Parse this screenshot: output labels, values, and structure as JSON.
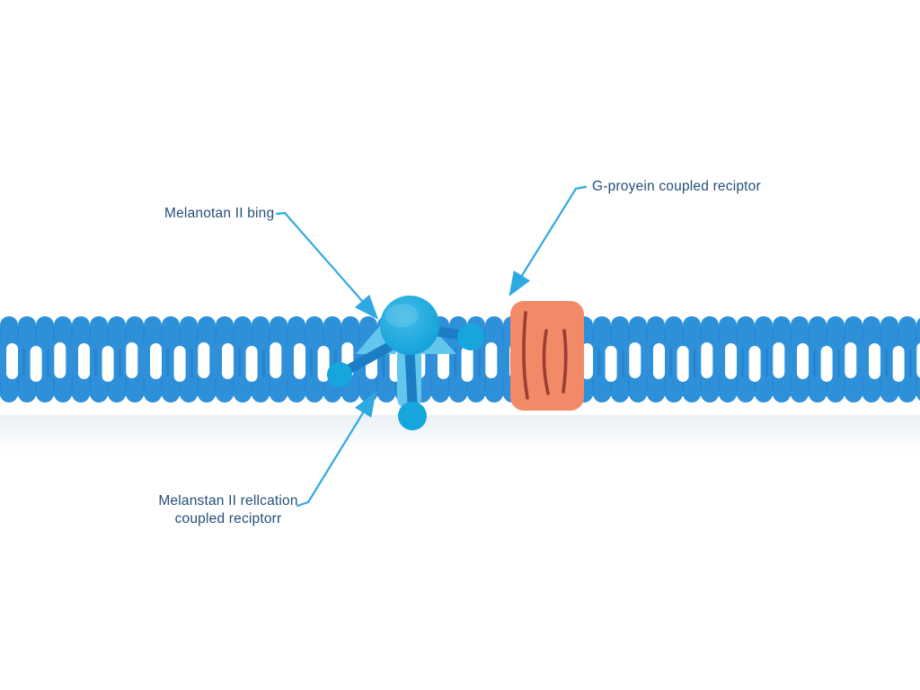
{
  "figure": {
    "type": "cell-membrane-receptor-diagram",
    "labels": {
      "ligand": "Melanotan II bing",
      "gpcr": "G-proyein coupled reciptor",
      "receptor_line1": "Melanstan II rellcation",
      "receptor_line2": "coupled reciptorr"
    },
    "colors": {
      "background": "#FFFFFF",
      "membrane": "#2F90DA",
      "membrane_dark": "#1D72C0",
      "membrane_window": "#FFFFFF",
      "molecule": "#14A6DD",
      "molecule_light": "#63C6EC",
      "bond": "#1B7EC4",
      "receptor_body": "#F28A67",
      "receptor_channel": "#9C3D33",
      "leader": "#2FA9E1",
      "label_text": "#264F79",
      "shadow": "#C7D6E5"
    }
  }
}
